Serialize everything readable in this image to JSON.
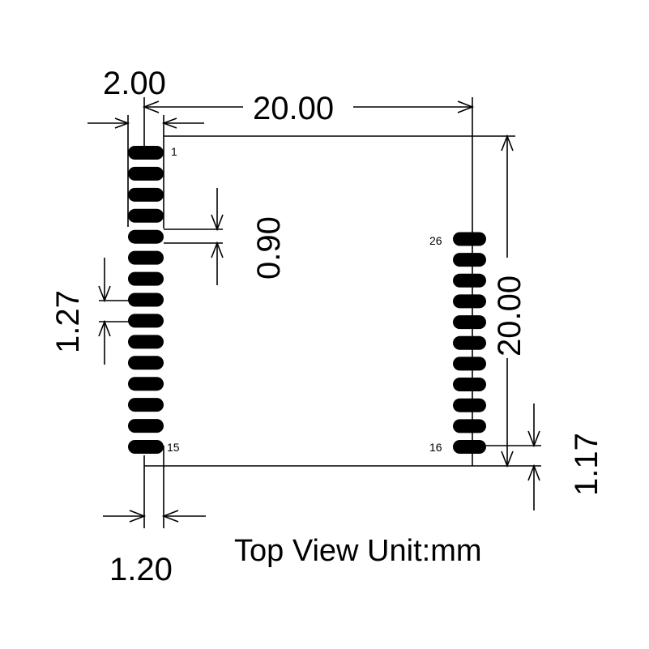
{
  "drawing": {
    "caption": "Top View  Unit:mm",
    "colors": {
      "ink": "#000000",
      "background": "#ffffff"
    },
    "dimensions": {
      "pad_pitch_length": "2.00",
      "module_width": "20.00",
      "pad_width": "0.90",
      "pad_pitch": "1.27",
      "module_height": "20.00",
      "bottom_offset": "1.17",
      "pad_offset": "1.20"
    },
    "pins": {
      "left_top": "1",
      "left_bottom": "15",
      "right_top": "26",
      "right_bottom": "16"
    },
    "pad_counts": {
      "left_column": 15,
      "right_column": 11
    }
  }
}
